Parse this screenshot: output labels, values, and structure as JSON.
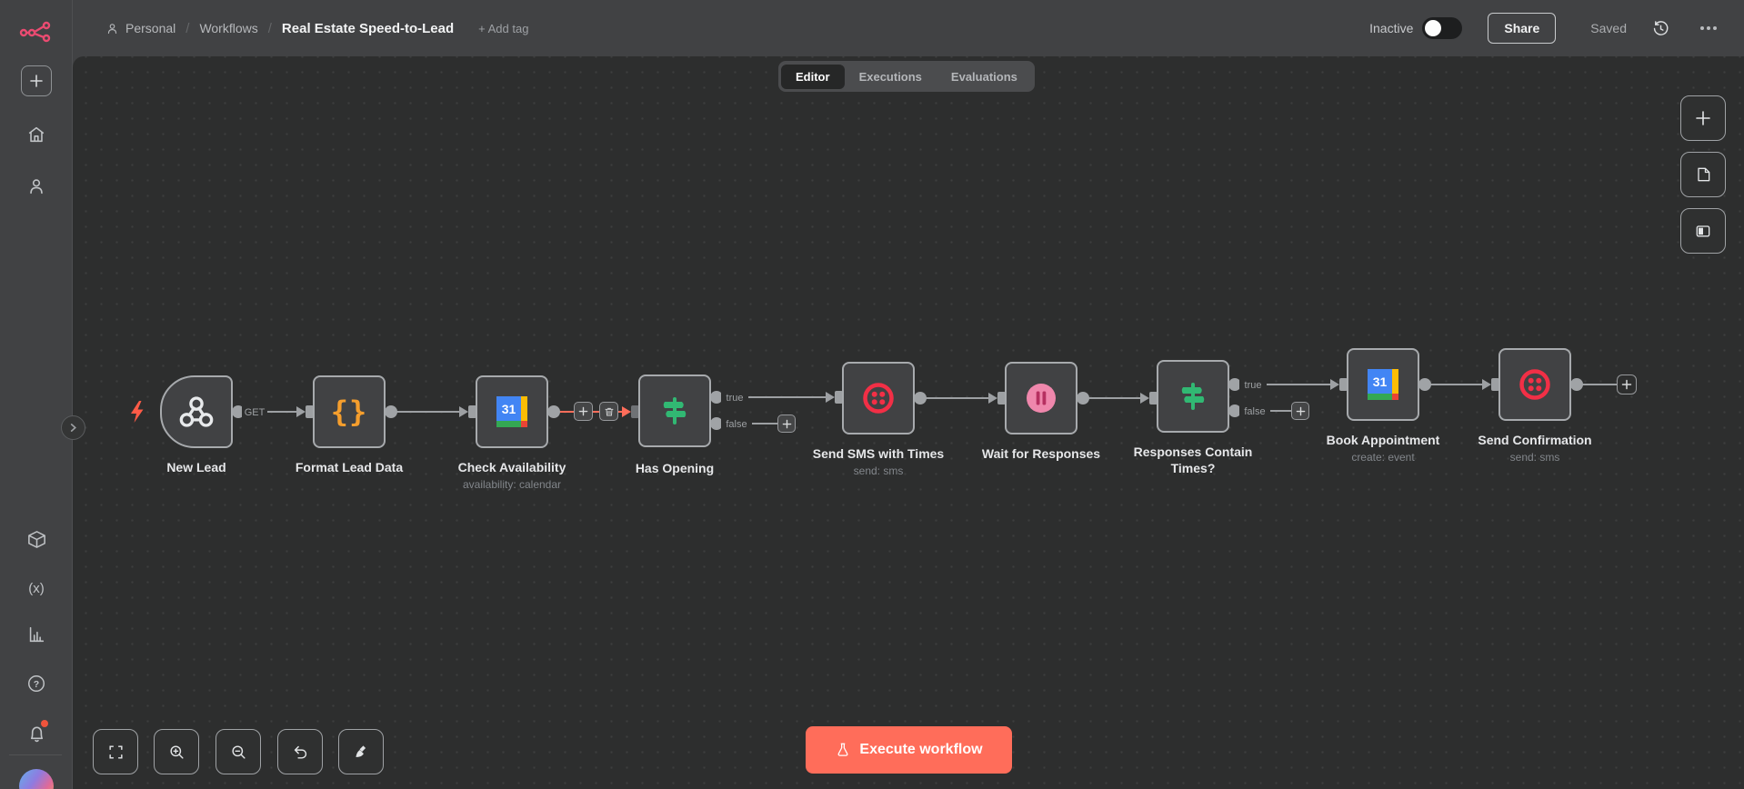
{
  "topbar": {
    "breadcrumb": {
      "project": "Personal",
      "section": "Workflows",
      "title": "Real Estate Speed-to-Lead",
      "add_tag": "+ Add tag"
    },
    "status": {
      "label": "Inactive",
      "enabled": false
    },
    "share_label": "Share",
    "saved_label": "Saved"
  },
  "tabs": [
    {
      "label": "Editor",
      "active": true
    },
    {
      "label": "Executions",
      "active": false
    },
    {
      "label": "Evaluations",
      "active": false
    }
  ],
  "sidebar": {
    "icons": [
      "plus-icon",
      "home-icon",
      "user-icon",
      "package-icon",
      "variables-icon",
      "insights-icon",
      "help-icon",
      "bell-icon"
    ],
    "variables_glyph": "(x)",
    "help_glyph": "?"
  },
  "canvas": {
    "labels": {
      "get": "GET",
      "true": "true",
      "false": "false"
    },
    "calendar_day": "31",
    "nodes": [
      {
        "name": "New Lead",
        "icon": "webhook-icon",
        "kind": "trigger"
      },
      {
        "name": "Format Lead Data",
        "icon": "code-icon"
      },
      {
        "name": "Check Availability",
        "subtitle": "availability: calendar",
        "icon": "google-calendar-icon"
      },
      {
        "name": "Has Opening",
        "icon": "switch-icon",
        "outputs": [
          "true",
          "false"
        ]
      },
      {
        "name": "Send SMS with Times",
        "subtitle": "send: sms",
        "icon": "twilio-icon"
      },
      {
        "name": "Wait for Responses",
        "icon": "pause-icon"
      },
      {
        "name": "Responses Contain Times?",
        "icon": "switch-icon",
        "outputs": [
          "true",
          "false"
        ]
      },
      {
        "name": "Book Appointment",
        "subtitle": "create: event",
        "icon": "google-calendar-icon"
      },
      {
        "name": "Send Confirmation",
        "subtitle": "send: sms",
        "icon": "twilio-icon"
      }
    ],
    "code_glyph": "{}"
  },
  "footer": {
    "execute_label": "Execute workflow"
  },
  "colors": {
    "accent": "#ff6d5a",
    "twilio_red": "#f22f46",
    "switch_green": "#31b873",
    "code_orange": "#f59e2d",
    "wait_pink": "#ef87ac",
    "logo_pink": "#ea4b71",
    "node_border": "#a7aaad",
    "canvas_bg": "#2d2e2e",
    "chrome_bg": "#414244"
  }
}
